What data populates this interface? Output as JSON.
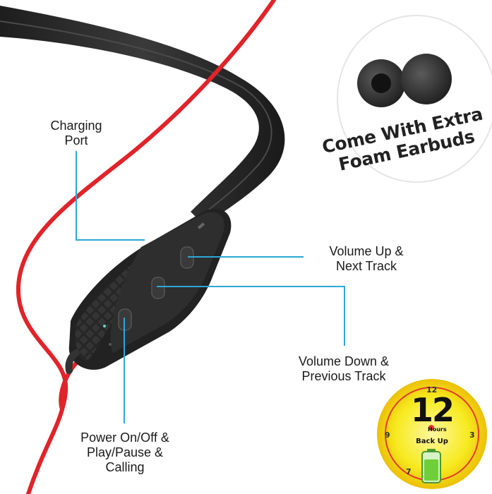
{
  "callouts": {
    "charging_port": [
      "Charging",
      "Port"
    ],
    "volume_up": [
      "Volume Up &",
      "Next Track"
    ],
    "volume_down": [
      "Volume Down &",
      "Previous Track"
    ],
    "power": [
      "Power On/Off &",
      "Play/Pause &",
      "Calling"
    ]
  },
  "foam_badge": {
    "lines": [
      "Come With Extra",
      "Foam Earbuds"
    ]
  },
  "backup_badge": {
    "hours_value": "12",
    "hours_word": "Hours",
    "backup_label": "Back Up",
    "clock_numbers": {
      "top": "12",
      "right": "3",
      "left": "9",
      "bottom_left": "7"
    },
    "battery_level": 0.8
  },
  "colors": {
    "callout_line": "#2aa8d8",
    "cable_red": "#e0242a",
    "band_black": "#2b2b2b",
    "badge_yellow": "#f5e614",
    "battery_green": "#6fcf3a"
  }
}
